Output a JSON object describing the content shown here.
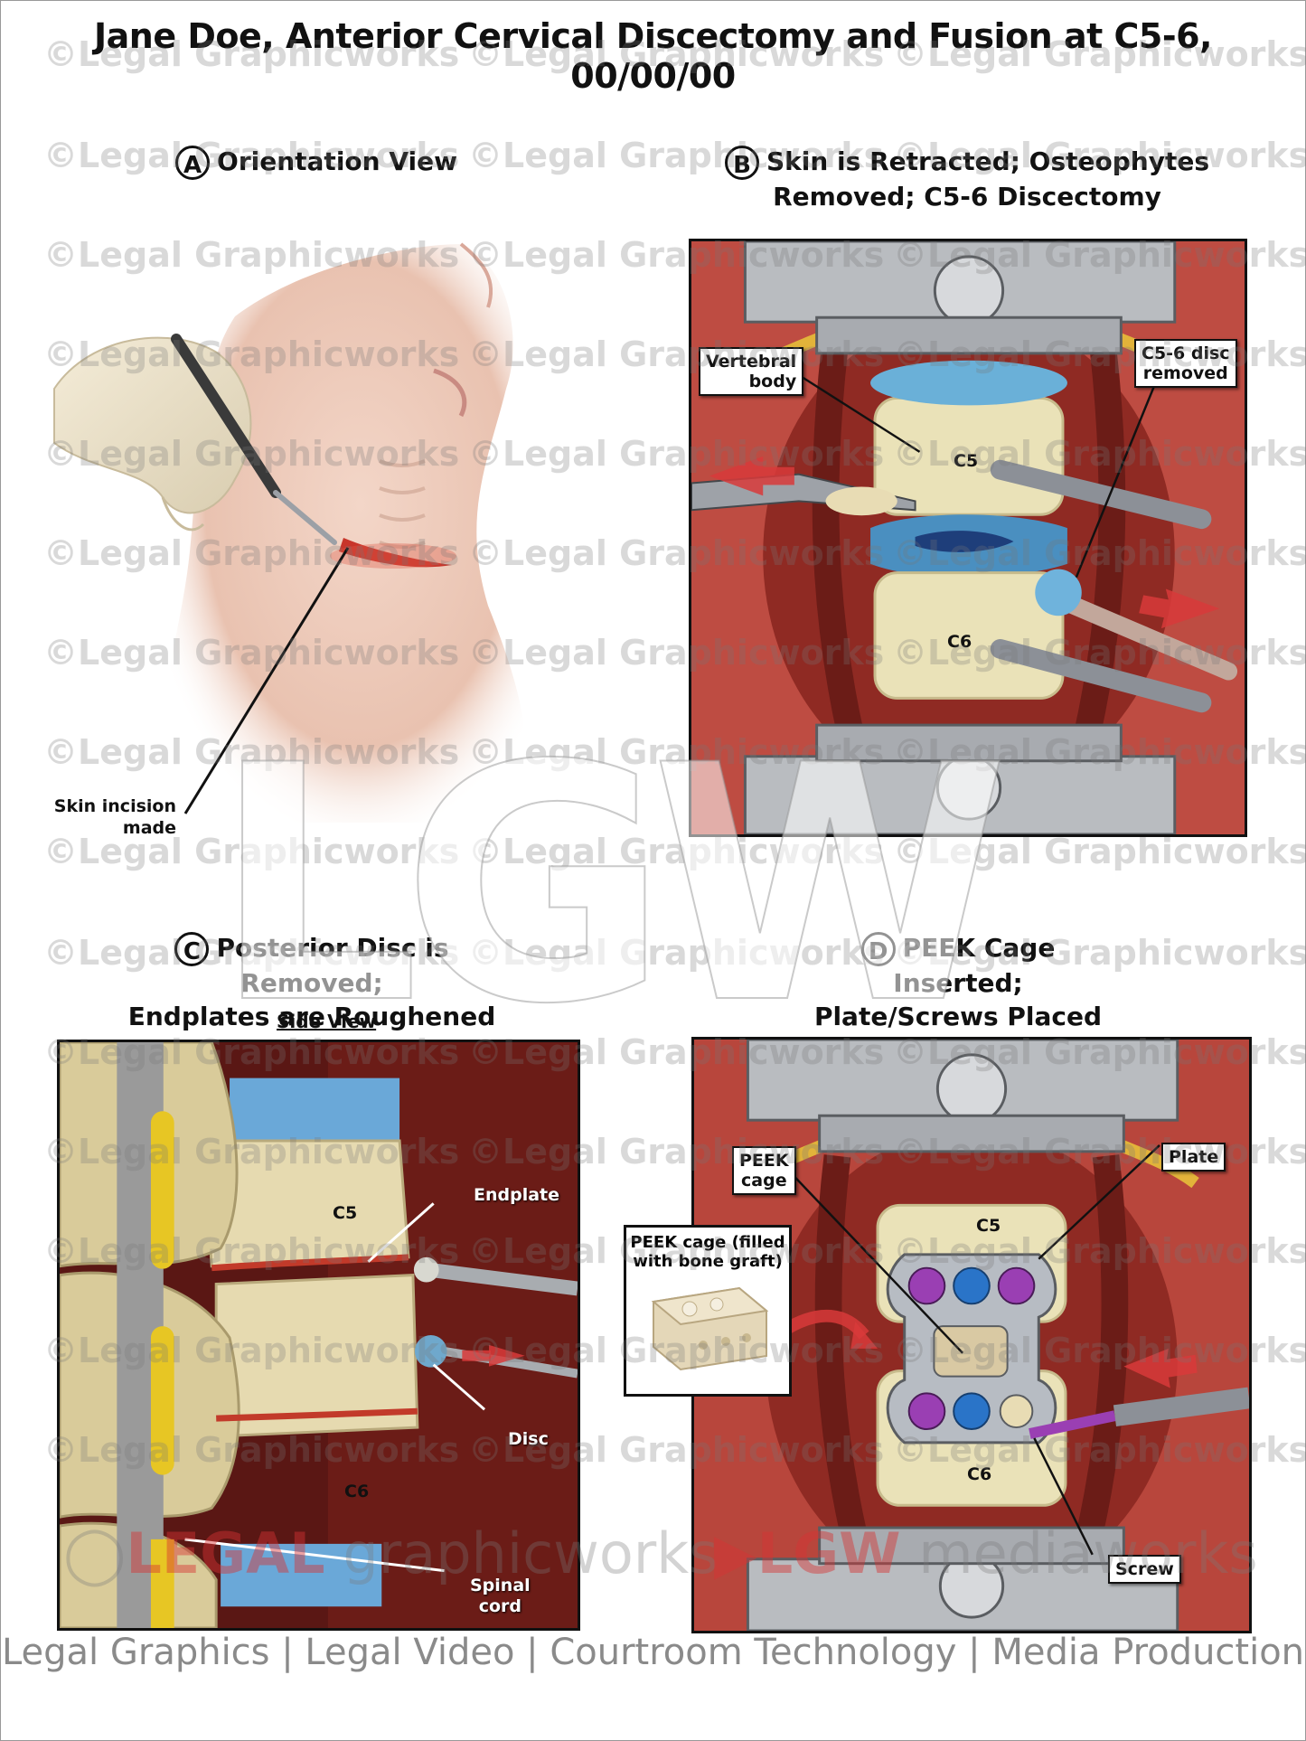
{
  "title_line1": "Jane Doe, Anterior Cervical Discectomy and Fusion at C5-6,",
  "title_line2": "00/00/00",
  "panels": {
    "a": {
      "letter": "A",
      "title": "Orientation View",
      "label_incision_1": "Skin incision",
      "label_incision_2": "made"
    },
    "b": {
      "letter": "B",
      "title_1": "Skin is Retracted; Osteophytes",
      "title_2": "Removed; C5-6 Discectomy",
      "callout_vertebral_1": "Vertebral",
      "callout_vertebral_2": "body",
      "callout_disc_1": "C5-6 disc",
      "callout_disc_2": "removed",
      "label_c5": "C5",
      "label_c6": "C6"
    },
    "c": {
      "letter": "C",
      "title_1": "Posterior Disc is Removed;",
      "title_2": "Endplates are Roughened",
      "subview": "Side View",
      "label_c5": "C5",
      "label_c6": "C6",
      "label_endplate": "Endplate",
      "label_disc": "Disc",
      "label_cord_1": "Spinal",
      "label_cord_2": "cord"
    },
    "d": {
      "letter": "D",
      "title_1": "PEEK Cage Inserted;",
      "title_2": "Plate/Screws Placed",
      "callout_peek_1": "PEEK",
      "callout_peek_2": "cage",
      "callout_plate": "Plate",
      "callout_screw": "Screw",
      "inset_1": "PEEK cage (filled",
      "inset_2": "with bone graft)",
      "label_c5": "C5",
      "label_c6": "C6"
    }
  },
  "watermark": "©Legal Graphicworks",
  "brand_left_a": "LEGAL",
  "brand_left_b": " graphicworks",
  "brand_right_a": "LGW",
  "brand_right_b": " mediaworks",
  "monogram": "LGW",
  "footer": "Legal Graphics | Legal Video | Courtroom Technology | Media Production",
  "colors": {
    "tissue": "#b8463c",
    "bone": "#eae2b8",
    "disc": "#6ab0d8",
    "metal": "#b9bcc0",
    "screw_purple": "#9a3fb3",
    "screw_blue": "#2a74c8"
  }
}
